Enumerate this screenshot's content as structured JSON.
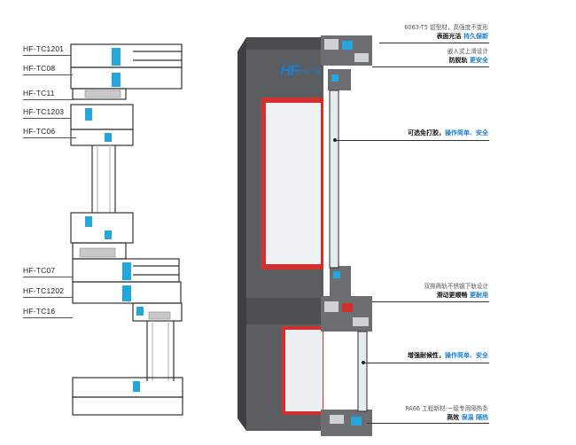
{
  "profile_labels": [
    "HF-TC1201",
    "HF-TC08",
    "HF-TC11",
    "HF-TC1203",
    "HF-TC06",
    "HF-TC07",
    "HF-TC1202",
    "HF-TC16"
  ],
  "logo": {
    "text": "HF",
    "subtext": "合丰门窗"
  },
  "annotations": [
    {
      "line1": "6063-T5 铝型材，高强度不变形",
      "line2_main": "表面光洁",
      "line2_highlight": "持久保新"
    },
    {
      "line1": "嵌入式上滑设计",
      "line2_main": "防脱轨",
      "line2_highlight": "更安全"
    },
    {
      "line1": "",
      "line2_main": "可选免打胶，",
      "line2_highlight": "操作简单、安全"
    },
    {
      "line1": "双排两轨不锈钢下轨设计",
      "line2_main": "滑动更顺畅",
      "line2_highlight": "更耐用"
    },
    {
      "line1": "",
      "line2_main": "增强耐候性，",
      "line2_highlight": "操作简单、安全"
    },
    {
      "line1": "PA66 工程新材-一级专用隔热条",
      "line2_main": "高效",
      "line2_highlight": "保温  隔热"
    }
  ],
  "colors": {
    "frame": "#5b5d61",
    "accent": "#1a7fd0",
    "seal": "#d4302b",
    "gasket": "#27a6dc"
  }
}
